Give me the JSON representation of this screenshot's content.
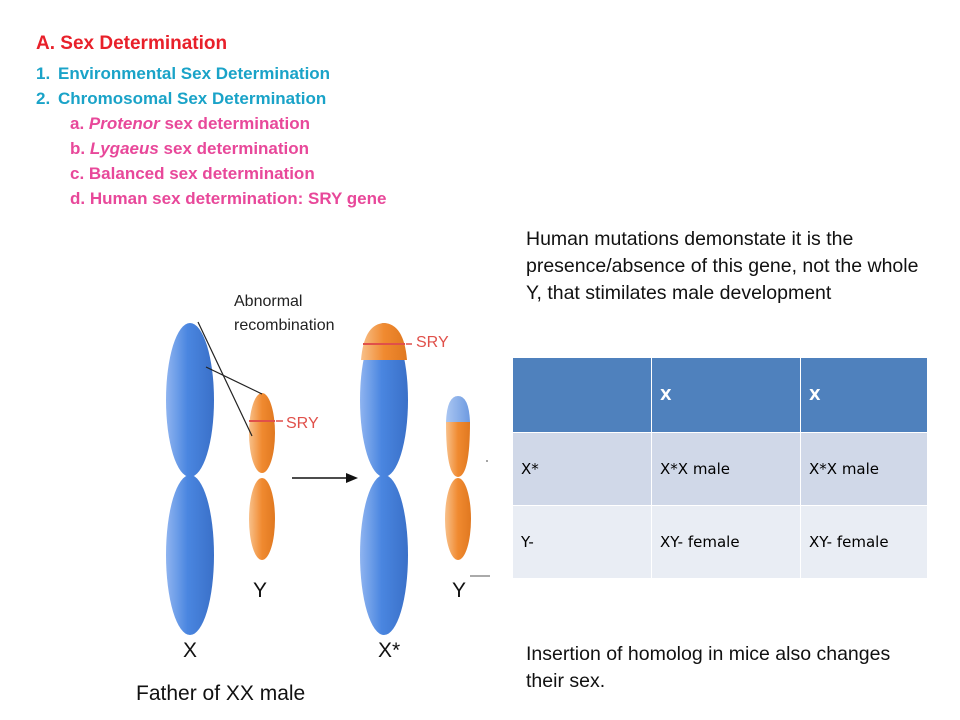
{
  "outline": {
    "title": "A. Sex Determination",
    "items": [
      {
        "num": "1.",
        "text": "Environmental Sex Determination"
      },
      {
        "num": "2.",
        "text": "Chromosomal Sex Determination"
      }
    ],
    "subitems": [
      {
        "prefix": "a. ",
        "italic": "Protenor",
        "text": " sex determination"
      },
      {
        "prefix": "b. ",
        "italic": "Lygaeus",
        "text": " sex determination"
      },
      {
        "prefix": "c. ",
        "italic": "",
        "text": "Balanced sex determination"
      },
      {
        "prefix": "d. ",
        "italic": "",
        "text": "Human sex determination: SRY gene"
      }
    ]
  },
  "explanation": "Human mutations demonstate it is the presence/absence of this gene, not the whole Y, that stimilates male development",
  "diagram": {
    "annotation_line1": "Abnormal",
    "annotation_line2": "recombination",
    "sry_label_left": "SRY",
    "sry_label_right": "SRY",
    "label_y_left": "Y",
    "label_x_left": "X",
    "label_y_right": "Y",
    "label_x_right": "X*",
    "caption": "Father of XX male"
  },
  "punnett": {
    "header": [
      "",
      "X",
      "X"
    ],
    "rows": [
      [
        "X*",
        "X*X male",
        "X*X male"
      ],
      [
        "Y-",
        "XY- female",
        "XY- female"
      ]
    ]
  },
  "note": "Insertion of homolog in mice also changes their sex.",
  "colors": {
    "title_red": "#e8202a",
    "cyan": "#1aa3c8",
    "pink": "#e8489a",
    "table_header": "#4f81bd",
    "table_row1": "#d0d8e8",
    "table_row2": "#e9edf4",
    "chromosome_blue": "#4a86e0",
    "chromosome_orange": "#f08a30",
    "sry_band": "#e0504a"
  }
}
